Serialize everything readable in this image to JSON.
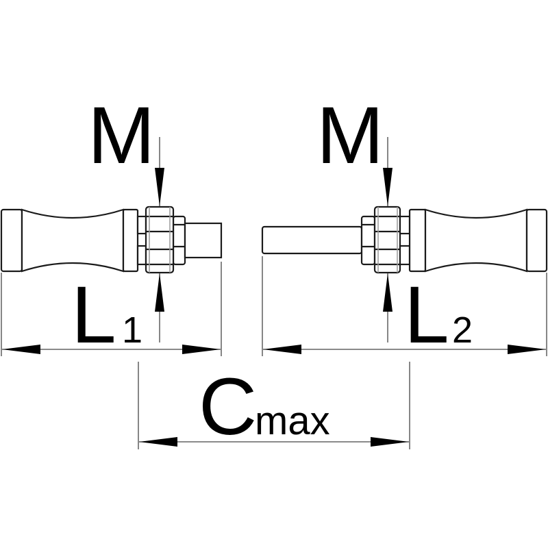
{
  "labels": {
    "m_left": "M",
    "m_right": "M",
    "l1_main": "L",
    "l1_sub": "1",
    "l2_main": "L",
    "l2_sub": "2",
    "c_main": "C",
    "c_sub": "max"
  },
  "colors": {
    "line": "#1a1a1a",
    "background": "#ffffff"
  }
}
